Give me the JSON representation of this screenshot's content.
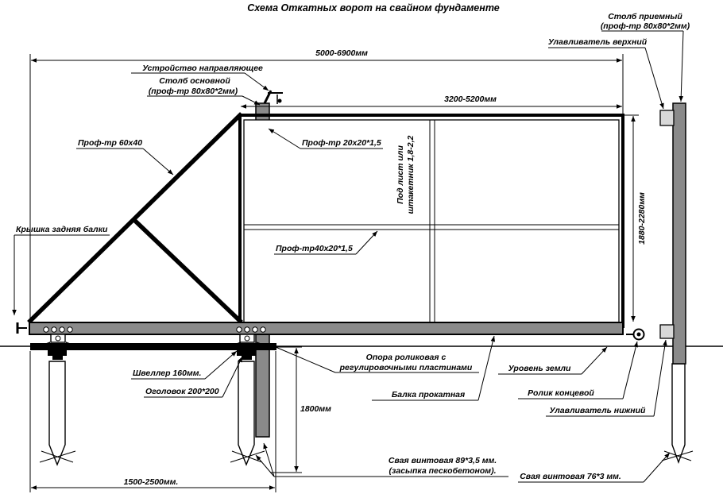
{
  "title": "Схема Откатных ворот на свайном фундаменте",
  "labels": {
    "receiving_post_line1": "Столб приемный",
    "receiving_post_line2": "(проф-тр 80х80*2мм)",
    "upper_catcher": "Улавливатель верхний",
    "overall_length": "5000-6900мм",
    "guide_device": "Устройство направляющее",
    "main_post_line1": "Столб основной",
    "main_post_line2": "(проф-тр 80х80*2мм)",
    "leaf_length": "3200-5200мм",
    "pipe_60x40": "Проф-тр 60х40",
    "pipe_20x20": "Проф-тр 20х20*1,5",
    "sheet_line1": "Под лист или",
    "sheet_line2": "штакетник 1,8-2,2",
    "height": "1880-2280мм",
    "beam_cap": "Крышка задняя балки",
    "pipe_40x20": "Проф-тр40х20*1,5",
    "roller_support_line1": "Опора роликовая с",
    "roller_support_line2": "регулировочными пластинами",
    "ground_level": "Уровень земли",
    "channel": "Швеллер 160мм.",
    "rolled_beam": "Балка прокатная",
    "end_roller": "Ролик концевой",
    "head_plate": "Оголовок 200*200",
    "lower_catcher": "Улавливатель нижний",
    "pile_depth": "1800мм",
    "screw_pile_main_line1": "Свая винтовая 89*3,5 мм.",
    "screw_pile_main_line2": "(засыпка пескобетоном).",
    "foundation_length": "1500-2500мм.",
    "screw_pile_receiving": "Свая винтовая 76*3 мм."
  }
}
